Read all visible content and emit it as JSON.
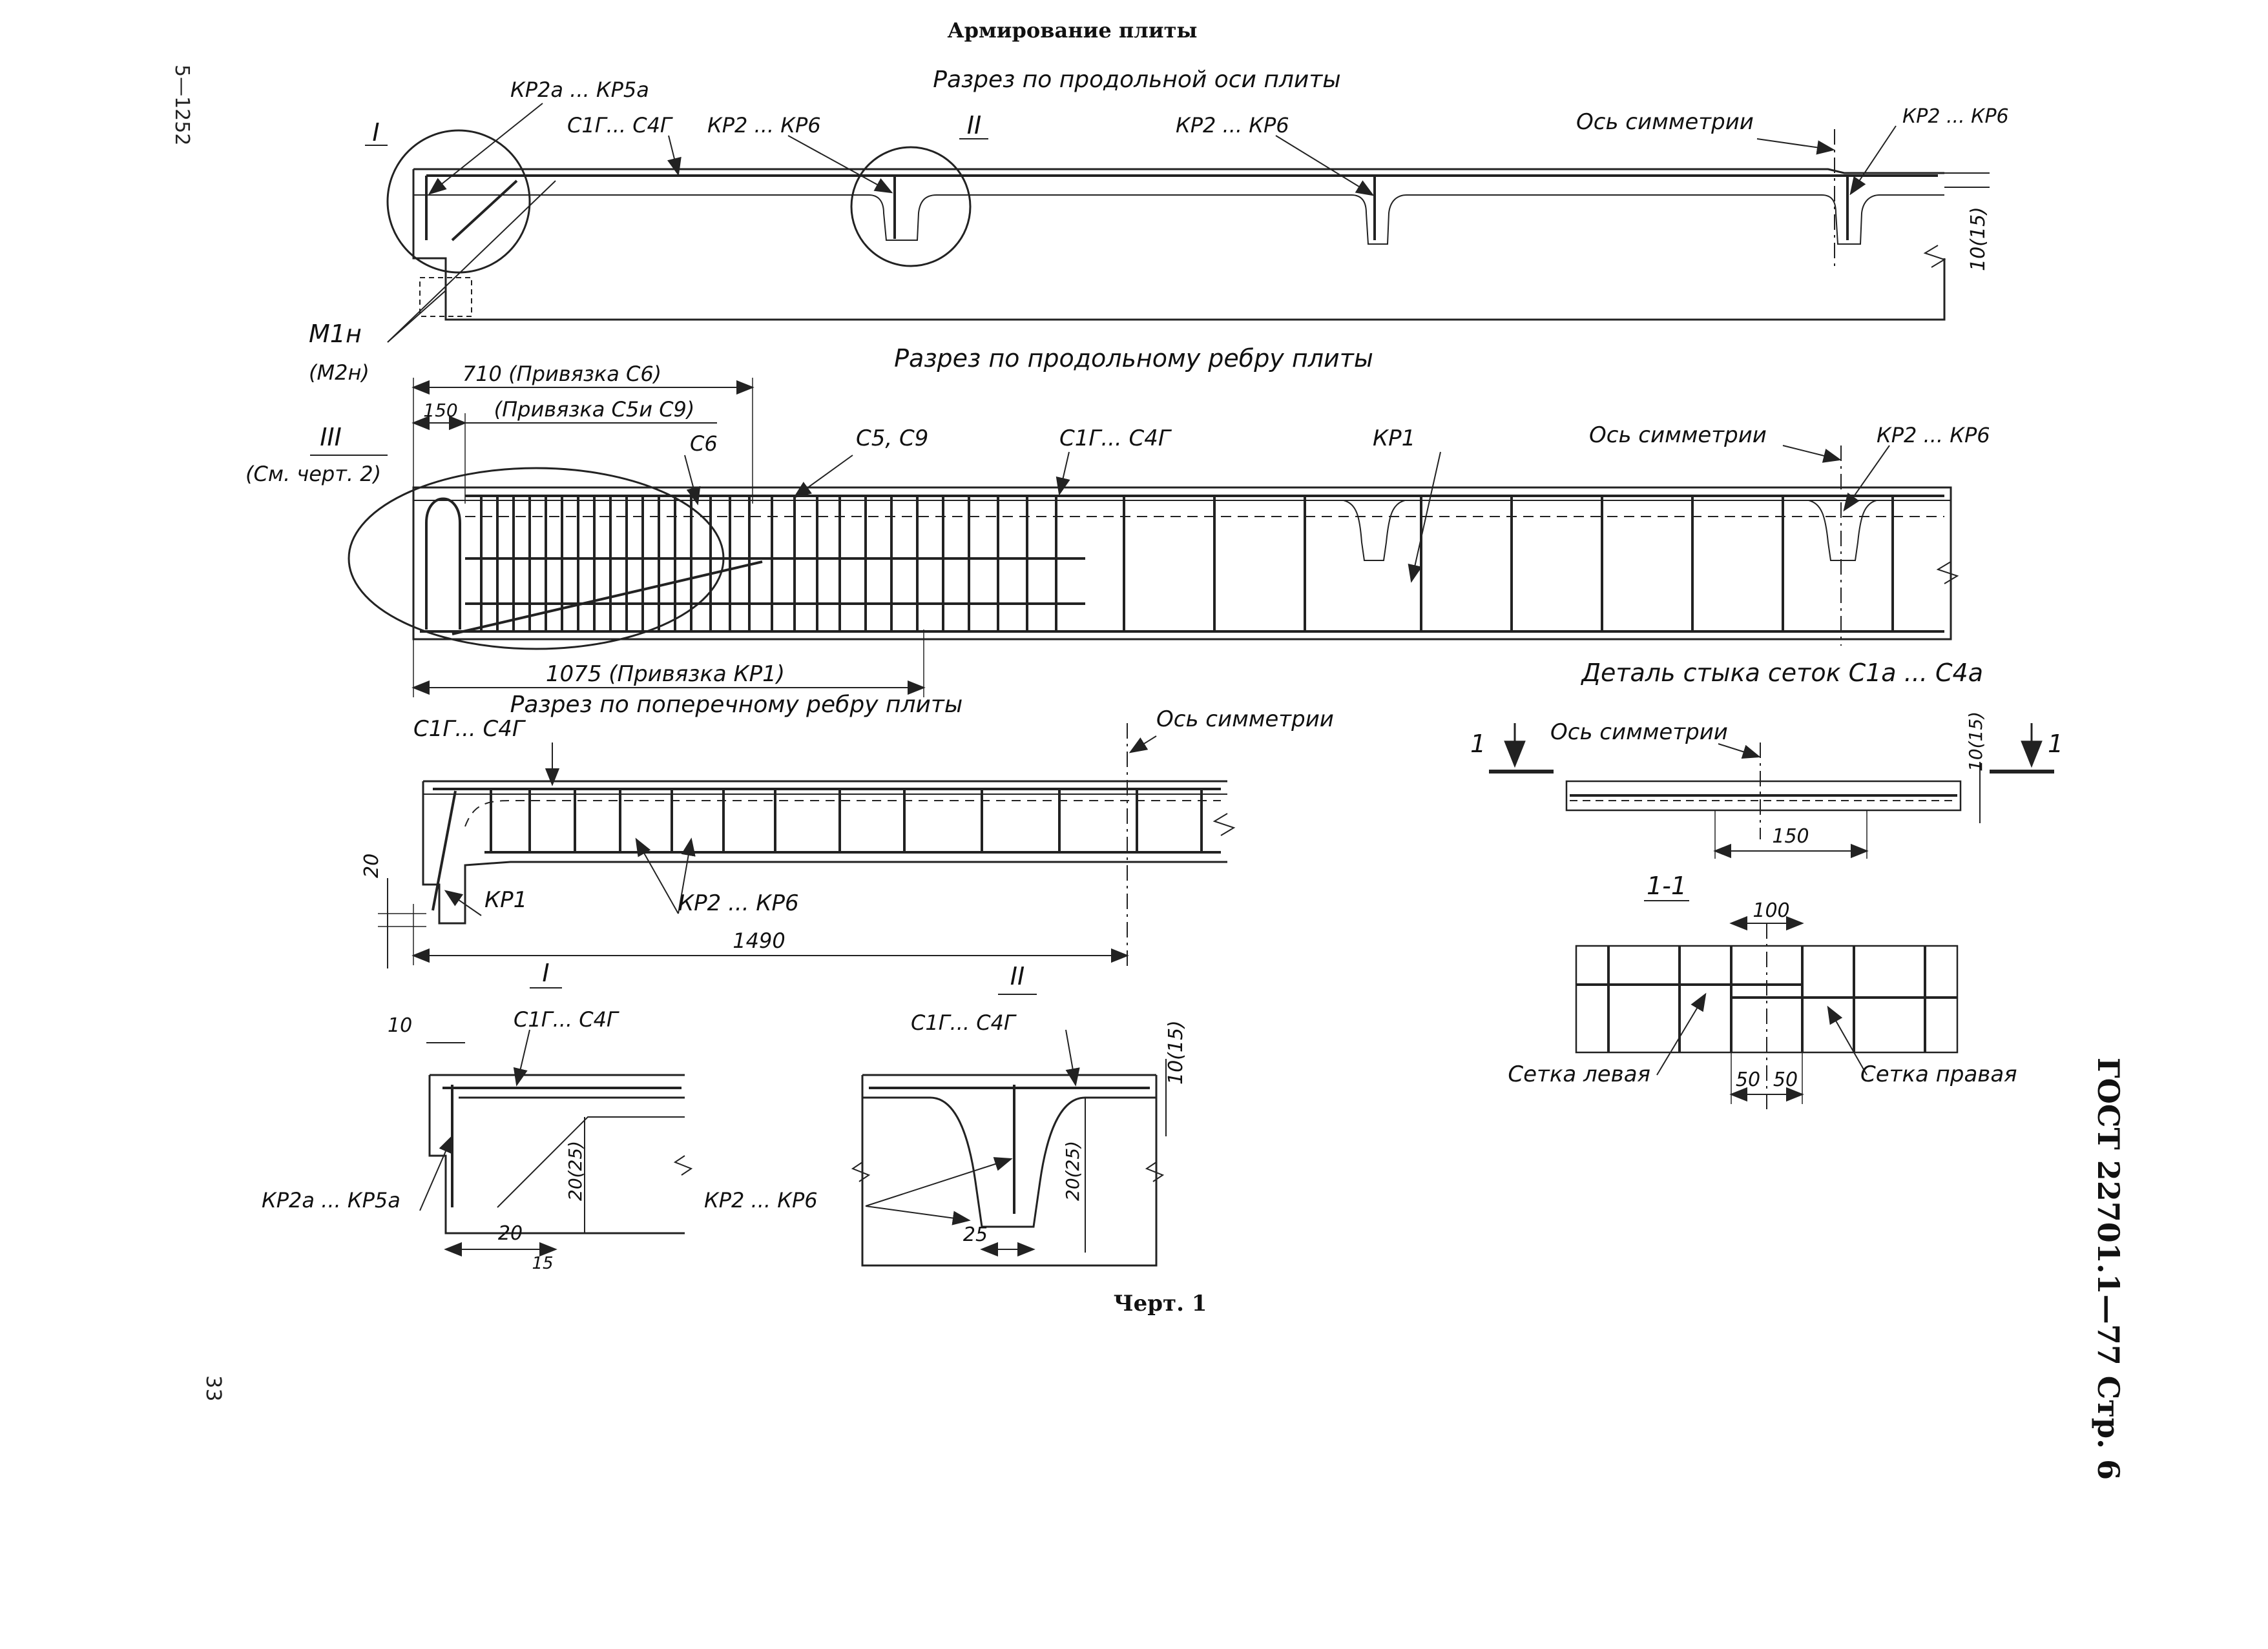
{
  "page": {
    "title": "Армирование плиты",
    "margin_left_code": "5—1252",
    "page_number": "33",
    "standard": "ГОСТ 22701.1—77 Стр. 6",
    "caption": "Черт. 1"
  },
  "section_longitudinal_axis": {
    "title": "Разрез по продольной оси плиты",
    "node_I": "I",
    "node_II": "II",
    "kr2a_kr5a": "КР2а ... КР5а",
    "c1g_c4g": "С1Г... С4Г",
    "kr2_kr6_a": "КР2 ... КР6",
    "kr2_kr6_b": "КР2 ... КР6",
    "kr2_kr6_c": "КР2 ... КР6",
    "symmetry_axis": "Ось симметрии",
    "dim_right": "10(15)",
    "m1n": "М1н",
    "m2n": "(М2н)"
  },
  "section_longitudinal_rib": {
    "title": "Разрез по продольному ребру плиты",
    "dim_710": "710 (Привязка С6)",
    "dim_150": "150",
    "binding_c5_c9": "(Привязка С5и С9)",
    "c6": "С6",
    "c5_c9": "С5, С9",
    "c1g_c4g": "С1Г... С4Г",
    "kr1": "КР1",
    "symmetry_axis": "Ось симметрии",
    "kr2_kr6": "КР2 ... КР6",
    "node_III": "III",
    "see_drawing": "(См. черт. 2)",
    "dim_1075": "1075 (Привязка КР1)"
  },
  "section_transverse_rib": {
    "title": "Разрез по поперечному ребру плиты",
    "c1g_c4g": "С1Г... С4Г",
    "symmetry_axis": "Ось симметрии",
    "dim_20": "20",
    "kr1": "КР1",
    "kr2_kr6": "КР2 ... КР6",
    "dim_1490": "1490"
  },
  "mesh_joint": {
    "title": "Деталь стыка сеток С1а ... С4а",
    "symmetry_axis": "Ось симметрии",
    "cut_mark_left": "1",
    "cut_mark_right": "1",
    "dim_10_15": "10(15)",
    "dim_150": "150",
    "cut_title": "1-1",
    "dim_100": "100",
    "dim_50_left": "50",
    "dim_50_right": "50",
    "mesh_left": "Сетка левая",
    "mesh_right": "Сетка правая"
  },
  "detail_I": {
    "title": "I",
    "dim_10": "10",
    "c1g_c4g": "С1Г... С4Г",
    "kr2a_kr5a": "КР2а ... КР5а",
    "dim_20_25": "20(25)",
    "dim_20": "20",
    "dim_15": "15"
  },
  "detail_II": {
    "title": "II",
    "c1g_c4g": "С1Г... С4Г",
    "dim_10_15": "10(15)",
    "kr2_kr6": "КР2 ... КР6",
    "dim_20_25": "20(25)",
    "dim_25": "25"
  }
}
